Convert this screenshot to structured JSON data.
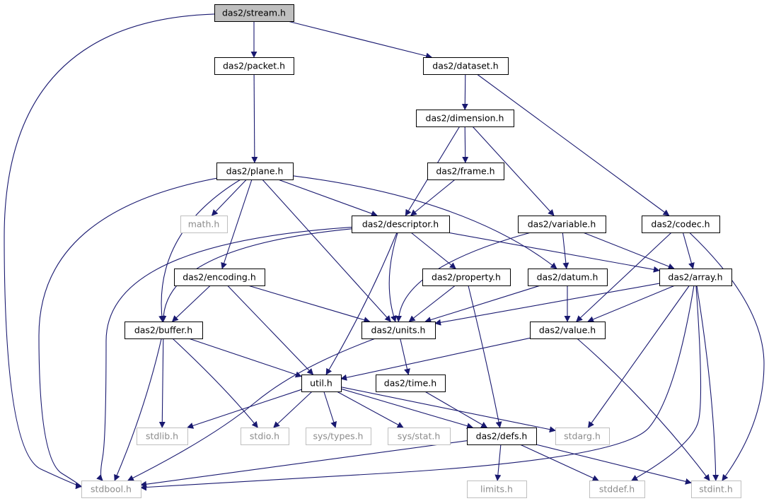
{
  "graph": {
    "nodes": [
      {
        "id": "stream",
        "label": "das2/stream.h",
        "kind": "root"
      },
      {
        "id": "packet",
        "label": "das2/packet.h",
        "kind": "local"
      },
      {
        "id": "dataset",
        "label": "das2/dataset.h",
        "kind": "local"
      },
      {
        "id": "dimension",
        "label": "das2/dimension.h",
        "kind": "local"
      },
      {
        "id": "plane",
        "label": "das2/plane.h",
        "kind": "local"
      },
      {
        "id": "frame",
        "label": "das2/frame.h",
        "kind": "local"
      },
      {
        "id": "math",
        "label": "math.h",
        "kind": "system"
      },
      {
        "id": "descriptor",
        "label": "das2/descriptor.h",
        "kind": "local"
      },
      {
        "id": "variable",
        "label": "das2/variable.h",
        "kind": "local"
      },
      {
        "id": "codec",
        "label": "das2/codec.h",
        "kind": "local"
      },
      {
        "id": "encoding",
        "label": "das2/encoding.h",
        "kind": "local"
      },
      {
        "id": "property",
        "label": "das2/property.h",
        "kind": "local"
      },
      {
        "id": "datum",
        "label": "das2/datum.h",
        "kind": "local"
      },
      {
        "id": "array",
        "label": "das2/array.h",
        "kind": "local"
      },
      {
        "id": "buffer",
        "label": "das2/buffer.h",
        "kind": "local"
      },
      {
        "id": "units",
        "label": "das2/units.h",
        "kind": "local"
      },
      {
        "id": "value",
        "label": "das2/value.h",
        "kind": "local"
      },
      {
        "id": "util",
        "label": "util.h",
        "kind": "local"
      },
      {
        "id": "time",
        "label": "das2/time.h",
        "kind": "local"
      },
      {
        "id": "stdlib",
        "label": "stdlib.h",
        "kind": "system"
      },
      {
        "id": "stdio",
        "label": "stdio.h",
        "kind": "system"
      },
      {
        "id": "systypes",
        "label": "sys/types.h",
        "kind": "system"
      },
      {
        "id": "sysstat",
        "label": "sys/stat.h",
        "kind": "system"
      },
      {
        "id": "defs",
        "label": "das2/defs.h",
        "kind": "local"
      },
      {
        "id": "stdarg",
        "label": "stdarg.h",
        "kind": "system"
      },
      {
        "id": "stdbool",
        "label": "stdbool.h",
        "kind": "system"
      },
      {
        "id": "limits",
        "label": "limits.h",
        "kind": "system"
      },
      {
        "id": "stddef",
        "label": "stddef.h",
        "kind": "system"
      },
      {
        "id": "stdint",
        "label": "stdint.h",
        "kind": "system"
      }
    ],
    "edges": [
      {
        "from": "stream",
        "to": "packet"
      },
      {
        "from": "stream",
        "to": "dataset"
      },
      {
        "from": "stream",
        "to": "stdbool"
      },
      {
        "from": "packet",
        "to": "plane"
      },
      {
        "from": "dataset",
        "to": "dimension"
      },
      {
        "from": "dataset",
        "to": "codec"
      },
      {
        "from": "dimension",
        "to": "frame"
      },
      {
        "from": "dimension",
        "to": "descriptor"
      },
      {
        "from": "dimension",
        "to": "variable"
      },
      {
        "from": "frame",
        "to": "descriptor"
      },
      {
        "from": "plane",
        "to": "math"
      },
      {
        "from": "plane",
        "to": "descriptor"
      },
      {
        "from": "plane",
        "to": "encoding"
      },
      {
        "from": "plane",
        "to": "buffer"
      },
      {
        "from": "plane",
        "to": "units"
      },
      {
        "from": "plane",
        "to": "datum"
      },
      {
        "from": "plane",
        "to": "stdbool"
      },
      {
        "from": "descriptor",
        "to": "property"
      },
      {
        "from": "descriptor",
        "to": "array"
      },
      {
        "from": "descriptor",
        "to": "units"
      },
      {
        "from": "descriptor",
        "to": "util"
      },
      {
        "from": "descriptor",
        "to": "buffer"
      },
      {
        "from": "descriptor",
        "to": "stdbool"
      },
      {
        "from": "variable",
        "to": "datum"
      },
      {
        "from": "variable",
        "to": "array"
      },
      {
        "from": "variable",
        "to": "units"
      },
      {
        "from": "codec",
        "to": "array"
      },
      {
        "from": "codec",
        "to": "value"
      },
      {
        "from": "codec",
        "to": "stdint"
      },
      {
        "from": "encoding",
        "to": "buffer"
      },
      {
        "from": "encoding",
        "to": "units"
      },
      {
        "from": "encoding",
        "to": "util"
      },
      {
        "from": "property",
        "to": "units"
      },
      {
        "from": "property",
        "to": "defs"
      },
      {
        "from": "datum",
        "to": "units"
      },
      {
        "from": "datum",
        "to": "value"
      },
      {
        "from": "array",
        "to": "units"
      },
      {
        "from": "array",
        "to": "value"
      },
      {
        "from": "array",
        "to": "stdarg"
      },
      {
        "from": "array",
        "to": "stdbool"
      },
      {
        "from": "array",
        "to": "stddef"
      },
      {
        "from": "array",
        "to": "stdint"
      },
      {
        "from": "buffer",
        "to": "util"
      },
      {
        "from": "buffer",
        "to": "stdlib"
      },
      {
        "from": "buffer",
        "to": "stdio"
      },
      {
        "from": "buffer",
        "to": "stdbool"
      },
      {
        "from": "units",
        "to": "time"
      },
      {
        "from": "units",
        "to": "stdbool"
      },
      {
        "from": "value",
        "to": "util"
      },
      {
        "from": "value",
        "to": "stdint"
      },
      {
        "from": "util",
        "to": "stdlib"
      },
      {
        "from": "util",
        "to": "stdio"
      },
      {
        "from": "util",
        "to": "systypes"
      },
      {
        "from": "util",
        "to": "sysstat"
      },
      {
        "from": "util",
        "to": "defs"
      },
      {
        "from": "util",
        "to": "stdarg"
      },
      {
        "from": "time",
        "to": "defs"
      },
      {
        "from": "defs",
        "to": "stdbool"
      },
      {
        "from": "defs",
        "to": "limits"
      },
      {
        "from": "defs",
        "to": "stddef"
      },
      {
        "from": "defs",
        "to": "stdint"
      }
    ]
  }
}
